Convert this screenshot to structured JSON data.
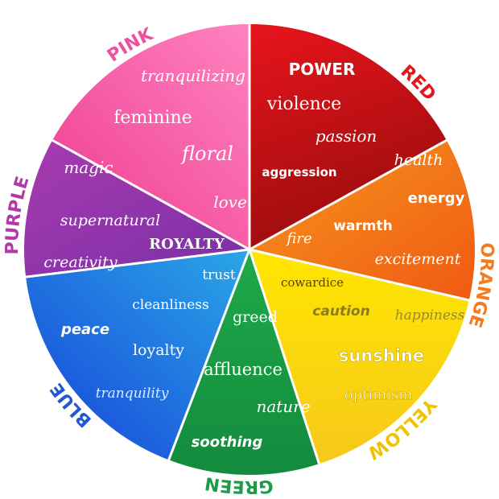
{
  "segments": [
    {
      "id": "red",
      "name": "RED",
      "color_light": "#e8141c",
      "color_dark": "#9b0d0d",
      "name_color": "#e8141c",
      "words": [
        "POWER",
        "violence",
        "passion",
        "aggression"
      ]
    },
    {
      "id": "orange",
      "name": "ORANGE",
      "color_light": "#f7961d",
      "color_dark": "#ef5a13",
      "name_color": "#f47b20",
      "words": [
        "health",
        "energy",
        "warmth",
        "fire",
        "excitement"
      ]
    },
    {
      "id": "yellow",
      "name": "YELLOW",
      "color_light": "#ffe600",
      "color_dark": "#f6c81b",
      "name_color": "#f2c200",
      "words": [
        "cowardice",
        "caution",
        "happiness",
        "sunshine",
        "optimism"
      ]
    },
    {
      "id": "green",
      "name": "GREEN",
      "color_light": "#1eaa4a",
      "color_dark": "#138a3d",
      "name_color": "#1d9b48",
      "words": [
        "greed",
        "affluence",
        "nature",
        "soothing"
      ]
    },
    {
      "id": "blue",
      "name": "BLUE",
      "color_light": "#2aa7e8",
      "color_dark": "#1741d8",
      "name_color": "#2357d6",
      "words": [
        "trust",
        "cleanliness",
        "peace",
        "loyalty",
        "tranquility"
      ]
    },
    {
      "id": "purple",
      "name": "PURPLE",
      "color_light": "#a73bb0",
      "color_dark": "#7b2fa6",
      "name_color": "#b23aa8",
      "words": [
        "magic",
        "supernatural",
        "ROYALTY",
        "creativity"
      ]
    },
    {
      "id": "pink",
      "name": "PINK",
      "color_light": "#ff82c0",
      "color_dark": "#ee3b8f",
      "name_color": "#ef4f9b",
      "words": [
        "tranquilizing",
        "feminine",
        "floral",
        "love"
      ]
    }
  ]
}
